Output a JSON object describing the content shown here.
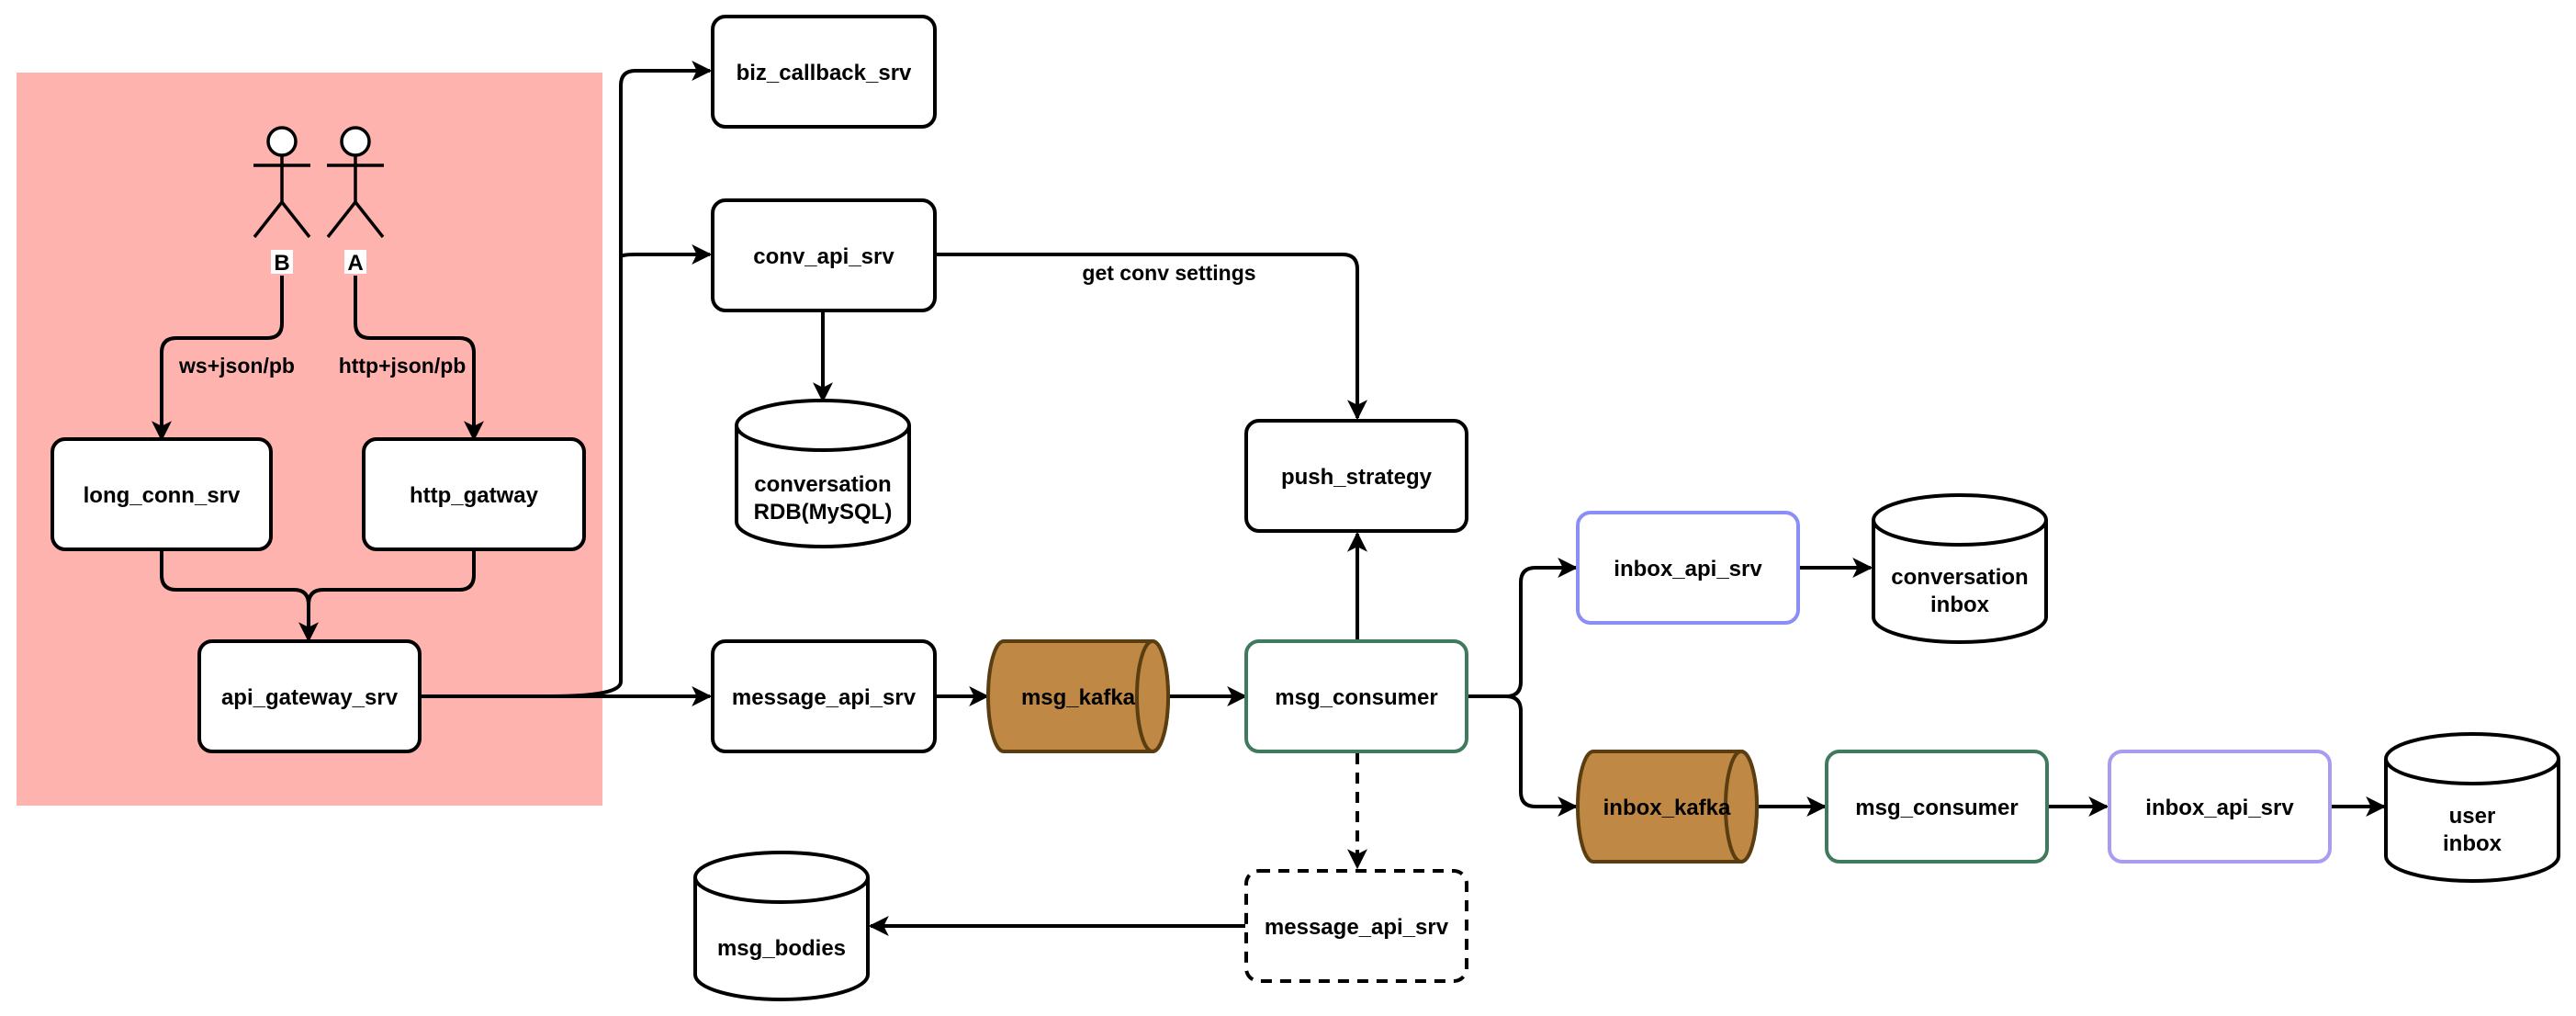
{
  "actors": [
    {
      "id": "B",
      "label": "B"
    },
    {
      "id": "A",
      "label": "A"
    }
  ],
  "nodes": {
    "biz_callback_srv": "biz_callback_srv",
    "conv_api_srv": "conv_api_srv",
    "conversation_rdb": [
      "conversation",
      "RDB(MySQL)"
    ],
    "push_strategy": "push_strategy",
    "long_conn_srv": "long_conn_srv",
    "http_gatway": "http_gatway",
    "api_gateway_srv": "api_gateway_srv",
    "message_api_srv": "message_api_srv",
    "msg_kafka": "msg_kafka",
    "msg_consumer": "msg_consumer",
    "inbox_api_srv_1": "inbox_api_srv",
    "conversation_inbox": [
      "conversation",
      "inbox"
    ],
    "inbox_kafka": "inbox_kafka",
    "msg_consumer_2": "msg_consumer",
    "inbox_api_srv_2": "inbox_api_srv",
    "user_inbox": [
      "user",
      "inbox"
    ],
    "message_api_srv_async": "message_api_srv",
    "msg_bodies": "msg_bodies"
  },
  "edge_labels": {
    "b_to_long_conn": "ws+json/pb",
    "a_to_http": "http+json/pb",
    "conv_to_push": "get conv settings"
  },
  "colors": {
    "client_zone": "#ffb3ae",
    "kafka_fill": "#bf8844",
    "consumer_stroke": "#3f7a5c",
    "inbox_api_stroke": "#8a8ef5",
    "inbox_api_stroke_2": "#a99bef",
    "stroke": "#000000"
  }
}
